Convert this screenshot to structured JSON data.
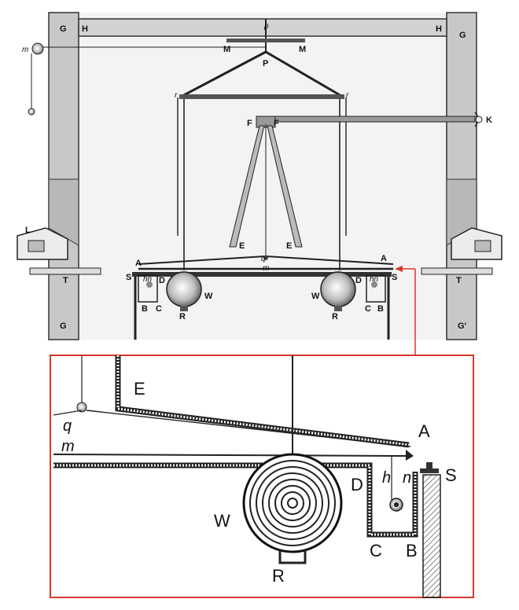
{
  "upper_labels": {
    "G_tl": "G",
    "H_l": "H",
    "p_top": "p",
    "H_r": "H",
    "G_tr": "G",
    "m_ball": "m",
    "M_l": "M",
    "M_r": "M",
    "P": "P",
    "r_l": "r",
    "r_r": "r",
    "F_l": "F",
    "F_r": "F",
    "K": "K",
    "L": "L",
    "E_l": "E",
    "E_r": "E",
    "A_l": "A",
    "A_r": "A",
    "q": "q",
    "m_beam": "m",
    "T_l": "T",
    "T_r": "T",
    "S_l": "S",
    "S_r": "S",
    "D_l": "D",
    "D_r": "D",
    "hn_l": "hn",
    "hn_r": "hn",
    "W_l": "W",
    "W_r": "W",
    "B_l": "B",
    "C_l": "C",
    "C_r": "C",
    "B_r": "B",
    "R_l": "R",
    "R_r": "R",
    "G_bl": "G",
    "G_br": "G'"
  },
  "inset_labels": {
    "E": "E",
    "q": "q",
    "m": "m",
    "A": "A",
    "h": "h",
    "n": "n",
    "S": "S",
    "D": "D",
    "W": "W",
    "C": "C",
    "B": "B",
    "R": "R"
  },
  "colors": {
    "ink": "#1a1a1a",
    "pillar": "#c9c9c9",
    "frame_bg": "#f2f2f2",
    "inset_border": "#d9372c",
    "hatch": "#777777"
  }
}
